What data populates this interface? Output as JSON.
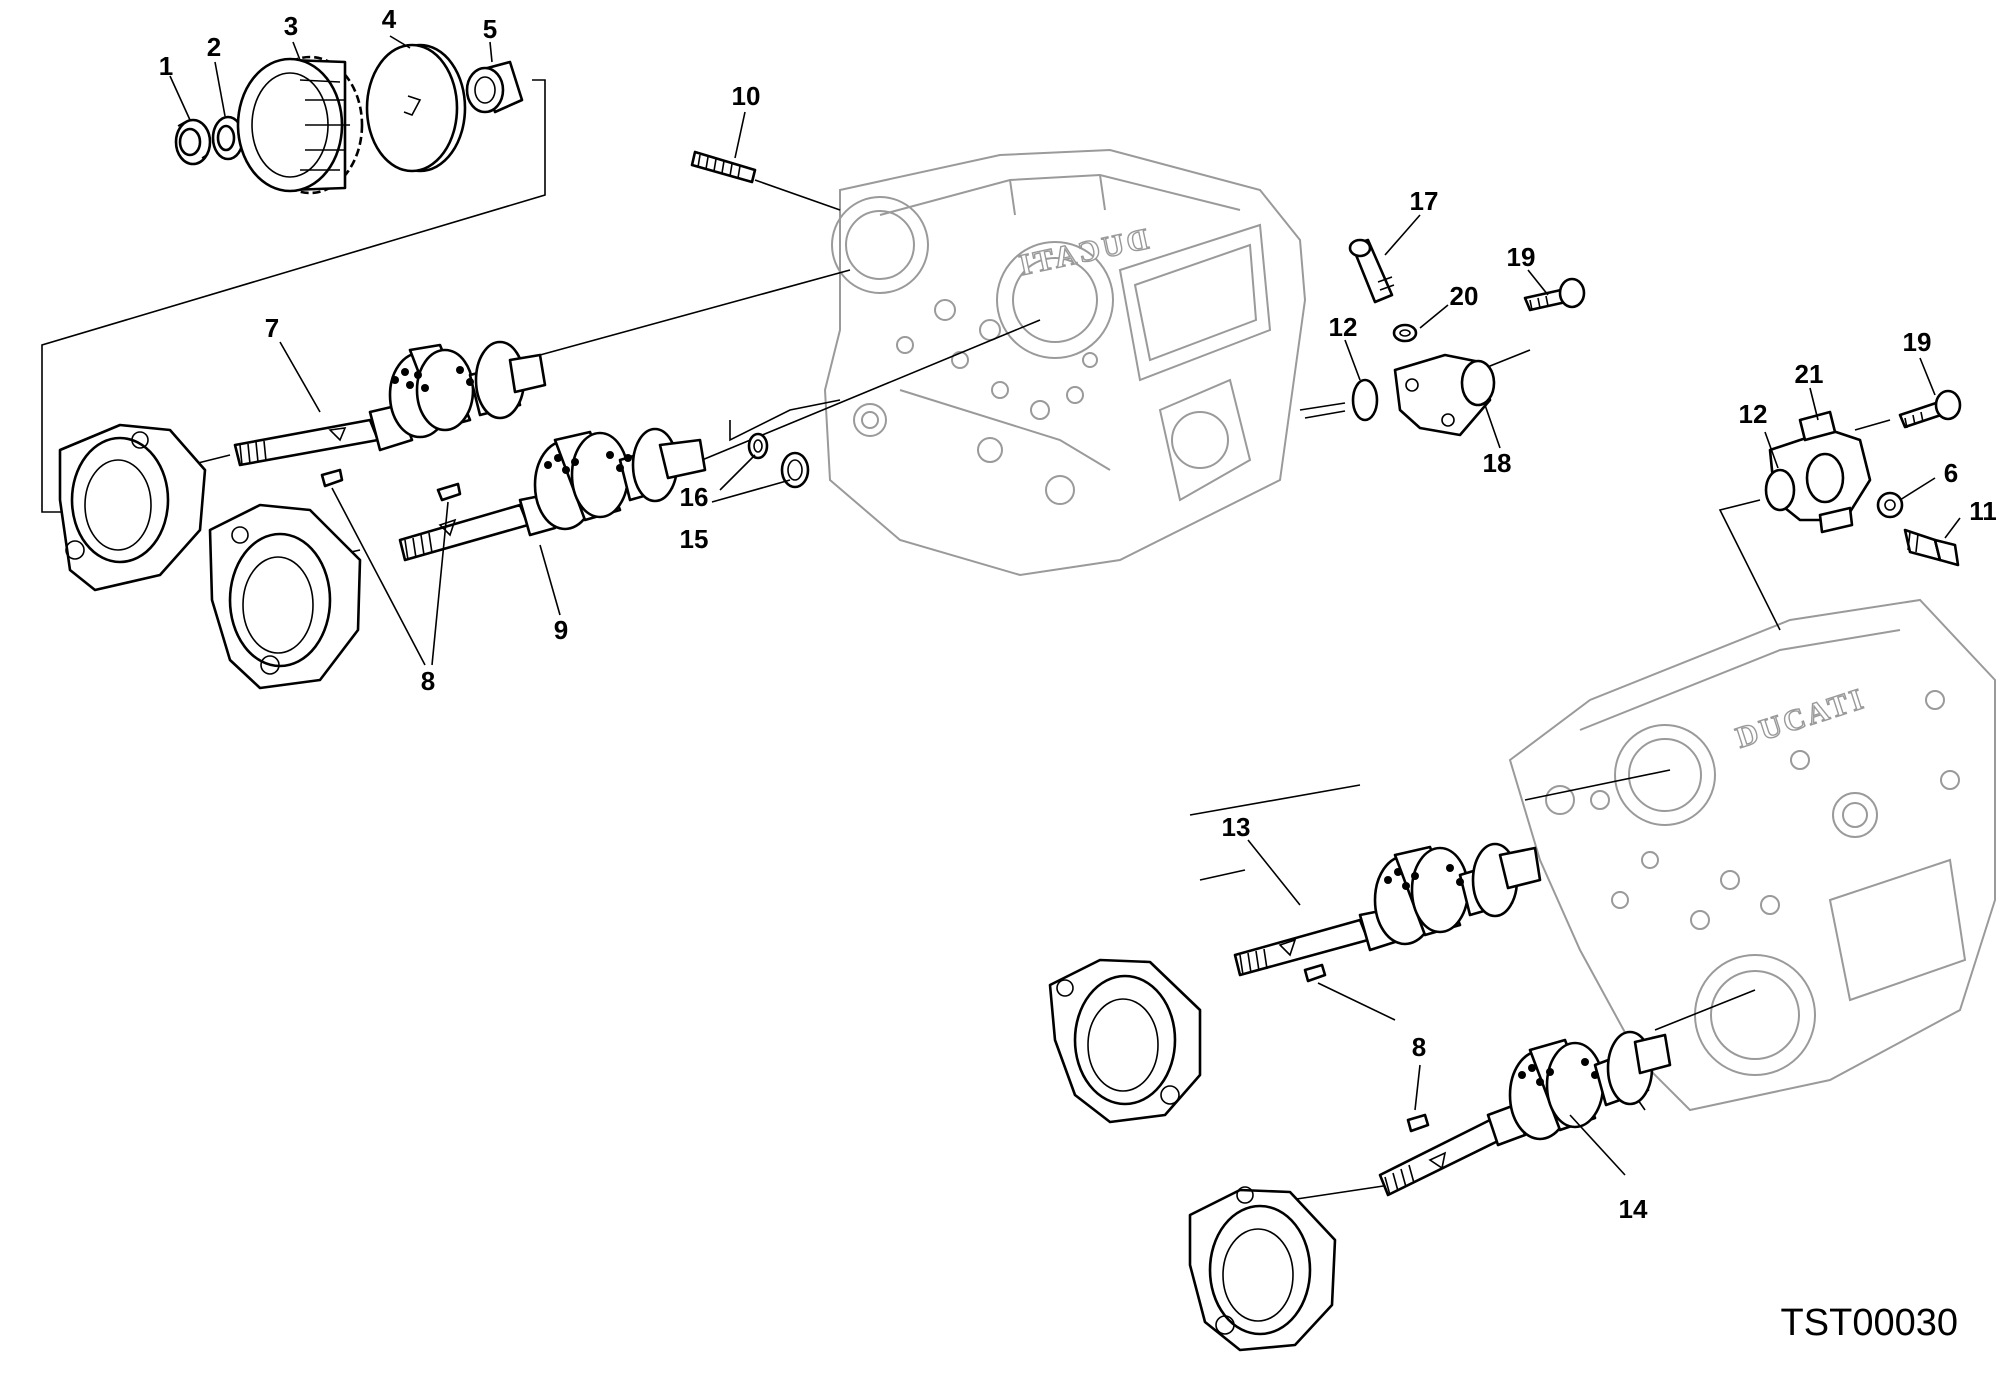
{
  "drawing_code": "TST00030",
  "head_brand_upper": "DUCATI",
  "head_brand_lower": "DUCATI",
  "callouts": [
    {
      "id": "c1",
      "text": "1"
    },
    {
      "id": "c2",
      "text": "2"
    },
    {
      "id": "c3",
      "text": "3"
    },
    {
      "id": "c4",
      "text": "4"
    },
    {
      "id": "c5",
      "text": "5"
    },
    {
      "id": "c10",
      "text": "10"
    },
    {
      "id": "c7",
      "text": "7"
    },
    {
      "id": "c16",
      "text": "16"
    },
    {
      "id": "c15",
      "text": "15"
    },
    {
      "id": "c9",
      "text": "9"
    },
    {
      "id": "c8a",
      "text": "8"
    },
    {
      "id": "c17",
      "text": "17"
    },
    {
      "id": "c19a",
      "text": "19"
    },
    {
      "id": "c20",
      "text": "20"
    },
    {
      "id": "c12a",
      "text": "12"
    },
    {
      "id": "c18",
      "text": "18"
    },
    {
      "id": "c19b",
      "text": "19"
    },
    {
      "id": "c21",
      "text": "21"
    },
    {
      "id": "c12b",
      "text": "12"
    },
    {
      "id": "c6",
      "text": "6"
    },
    {
      "id": "c11",
      "text": "11"
    },
    {
      "id": "c13",
      "text": "13"
    },
    {
      "id": "c8b",
      "text": "8"
    },
    {
      "id": "c14",
      "text": "14"
    }
  ]
}
